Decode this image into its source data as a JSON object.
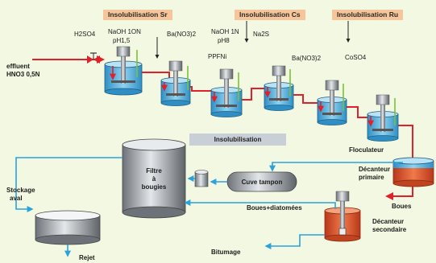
{
  "headers": {
    "sr": "Insolubilisation Sr",
    "cs": "Insolubilisation Cs",
    "ru": "Insolubilisation Ru"
  },
  "reagents": {
    "h2so4": "H2SO4",
    "naoh1": "NaOH 1ON",
    "ph1": "pH1,5",
    "bano3_1": "Ba(NO3)2",
    "naoh2": "NaOH 1N",
    "ph2": "pH8",
    "na2s": "Na2S",
    "ppfni": "PPFNi",
    "bano3_2": "Ba(NO3)2",
    "coso4": "CoSO4"
  },
  "inlet": {
    "line1": "effluent",
    "line2": "HNO3 0,5N"
  },
  "band_label": "Insolubilisation",
  "equipment": {
    "floculateur": "Floculateur",
    "decanteur_primaire_1": "Décanteur",
    "decanteur_primaire_2": "primaire",
    "filtre_1": "Filtre",
    "filtre_2": "à",
    "filtre_3": "bougies",
    "cuve_tampon": "Cuve tampon",
    "stockage_1": "Stockage",
    "stockage_2": "aval",
    "decanteur_secondaire_1": "Décanteur",
    "decanteur_secondaire_2": "secondaire"
  },
  "flows": {
    "boues": "Boues",
    "boues_diatomees": "Boues+diatomées",
    "rejet": "Rejet",
    "bitumage": "Bitumage"
  },
  "colors": {
    "background": "#f2f8e2",
    "header": "#f6c59a",
    "process_line": "#e0202a",
    "water_line": "#2aa3dc",
    "tank_liquid": "#5ab7e3",
    "sludge": "#e0562a",
    "green_arrow": "#7cc13a"
  }
}
